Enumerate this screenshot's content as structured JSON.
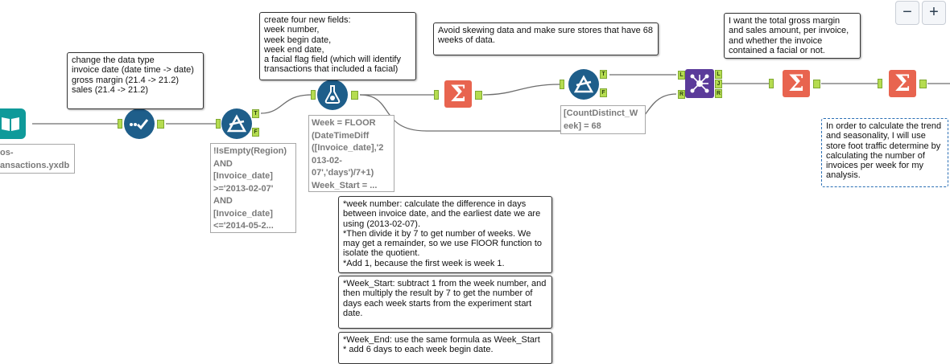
{
  "canvas": {
    "zoom_out_label": "−",
    "zoom_in_label": "+"
  },
  "input_tool": {
    "icon": "open-book-icon",
    "color": "#0f9a9a",
    "label": "os-\nansactions.yxdb"
  },
  "select_tool": {
    "icon": "checkmark-select-icon"
  },
  "filter_tool_1": {
    "icon": "filter-icon",
    "expression": "!IsEmpty(Region)\nAND\n[Invoice_date]\n>='2013-02-07'\nAND\n[Invoice_date]\n<='2014-05-2..."
  },
  "formula_tool": {
    "icon": "formula-flask-icon",
    "expression": "Week = FLOOR\n(DateTimeDiff\n([Invoice_date],'2\n013-02-\n07','days')/7+1)\nWeek_Start = ..."
  },
  "summarize_tools": {
    "icon": "sigma-summarize-icon",
    "glyph": "Σ"
  },
  "filter_tool_2": {
    "icon": "filter-icon",
    "expression": "[CountDistinct_W\neek] = 68"
  },
  "join_tool": {
    "icon": "join-network-icon",
    "color": "#5b3b9a"
  },
  "anchors": {
    "true": "T",
    "false": "F",
    "left": "L",
    "right": "R",
    "join": "J"
  },
  "notes": {
    "data_type": "change the data type\ninvoice date (date time -> date)\ngross margin (21.4 -> 21.2)\nsales (21.4 -> 21.2)",
    "new_fields": "create four new fields:\nweek number,\nweek begin date,\nweek end date,\na facial flag field (which will identify transactions that included a facial)",
    "skewing": "Avoid skewing data and make sure stores that have 68 weeks of data.",
    "gross_margin": "I want the total gross margin and sales amount, per invoice, and whether the invoice contained a facial or not.",
    "trend": "In order to calculate the trend and seasonality, I will use store foot traffic determine by calculating the number of invoices per week for my analysis.",
    "week_number": "*week number: calculate the difference in days between invoice date, and the earliest date we are using (2013-02-07).\n*Then divide it by 7 to get number of weeks. We may get a remainder, so we use FlOOR function to isolate the quotient.\n*Add 1, because the first week is week 1.",
    "week_start": "*Week_Start: subtract 1 from the week number, and then multiply the result by 7 to get the number of days each week starts from the experiment start date.",
    "week_end": "*Week_End: use the same formula as Week_Start\n* add 6 days to each week begin date."
  },
  "colors": {
    "tool_blue": "#1e5e8a",
    "summarize_orange": "#e8644f",
    "anchor_green": "#b5dc50",
    "connection_gray": "#6d6d6d"
  }
}
